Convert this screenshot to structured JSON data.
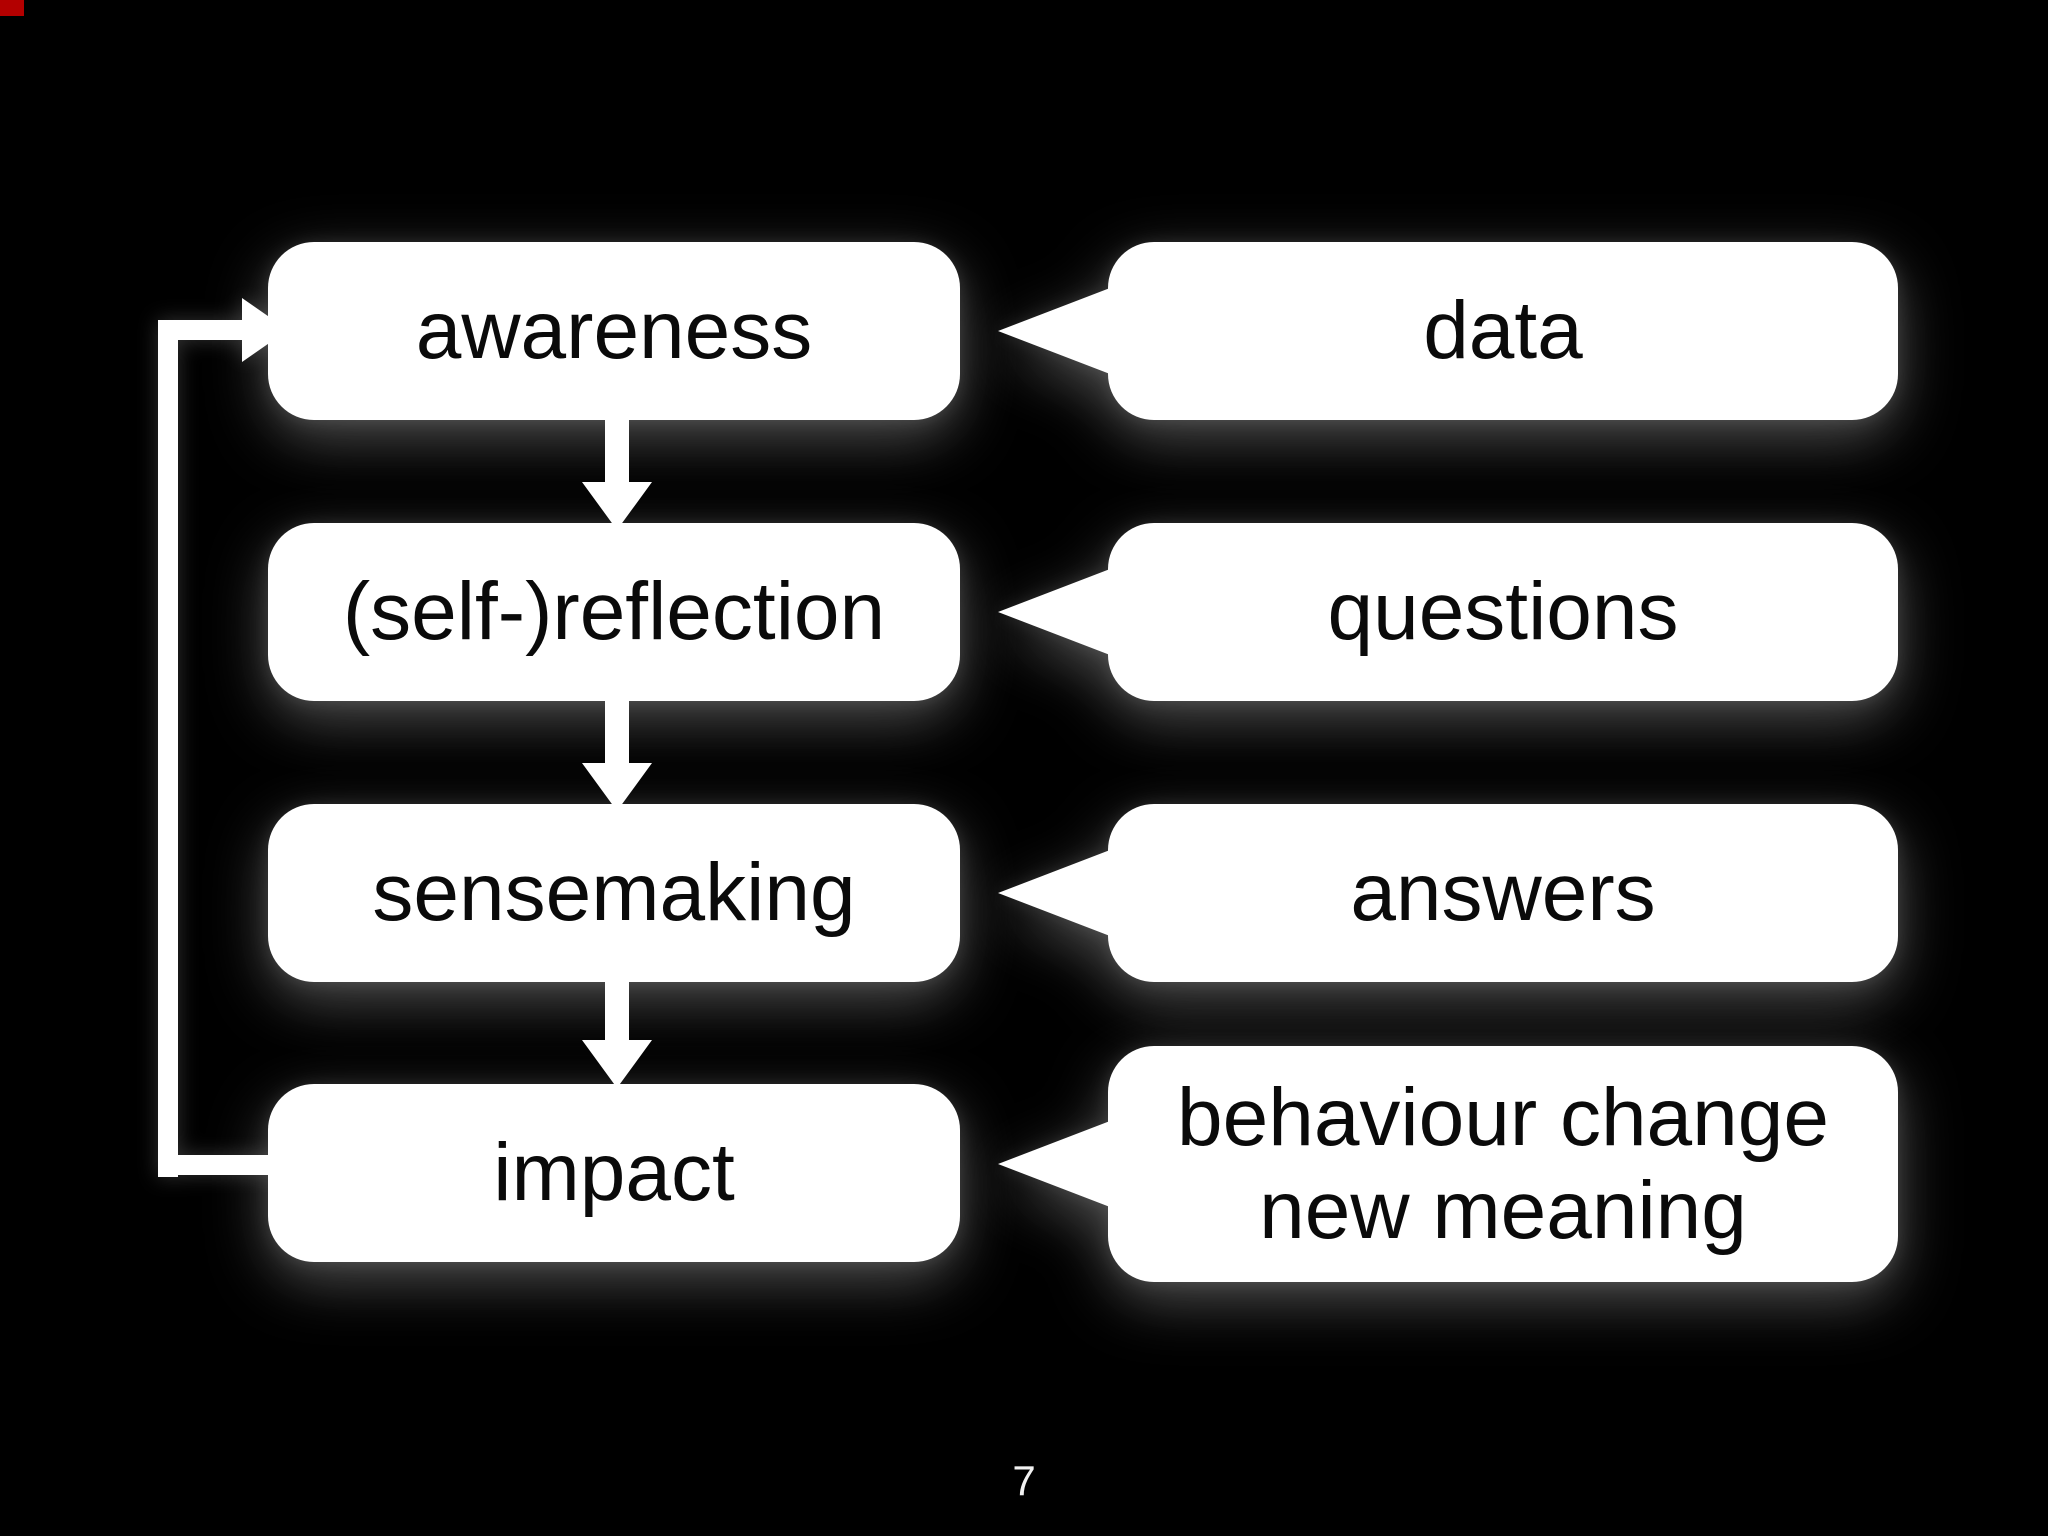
{
  "slide": {
    "page_number": "7",
    "background_color": "#000000",
    "corner_marker_color": "#b30000"
  },
  "flow": {
    "node_fill": "#ffffff",
    "node_text_color": "#0a0a0a",
    "nodes": [
      {
        "id": "awareness",
        "label": "awareness"
      },
      {
        "id": "self-reflection",
        "label": "(self-)reflection"
      },
      {
        "id": "sensemaking",
        "label": "sensemaking"
      },
      {
        "id": "impact",
        "label": "impact"
      }
    ],
    "edges": [
      {
        "from": "awareness",
        "to": "self-reflection",
        "type": "down-arrow"
      },
      {
        "from": "self-reflection",
        "to": "sensemaking",
        "type": "down-arrow"
      },
      {
        "from": "sensemaking",
        "to": "impact",
        "type": "down-arrow"
      },
      {
        "from": "impact",
        "to": "awareness",
        "type": "feedback-loop"
      }
    ]
  },
  "callouts": {
    "items": [
      {
        "target": "awareness",
        "label": "data"
      },
      {
        "target": "self-reflection",
        "label": "questions"
      },
      {
        "target": "sensemaking",
        "label": "answers"
      },
      {
        "target": "impact",
        "label": "behaviour change new meaning",
        "line1": "behaviour change",
        "line2": "new meaning"
      }
    ]
  }
}
